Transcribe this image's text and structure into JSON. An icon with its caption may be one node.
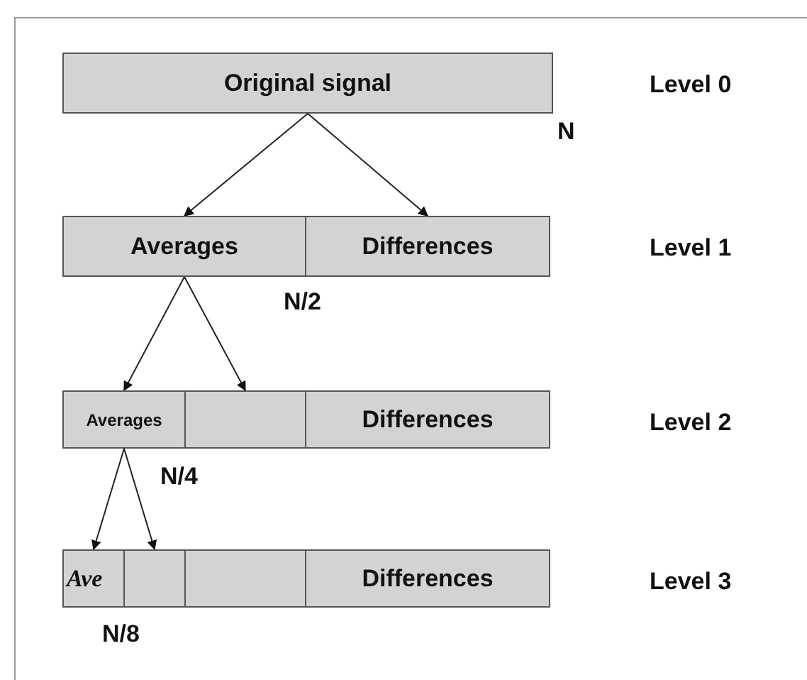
{
  "diagram": {
    "nodes": [
      {
        "text": [
          "Original signal"
        ]
      },
      {
        "text": [
          "Averages"
        ]
      },
      {
        "text": [
          "Differences"
        ]
      },
      {
        "text": [
          "Averages"
        ]
      },
      {
        "text": [],
        "shape": "box"
      },
      {
        "text": [
          "Differences"
        ]
      },
      {
        "text": [
          "Ave"
        ]
      },
      {
        "text": [],
        "shape": "box"
      },
      {
        "text": [],
        "shape": "box"
      },
      {
        "text": [
          "Differences"
        ]
      }
    ],
    "edges": [
      {
        "from": 0,
        "to": 1,
        "arrow": "to"
      },
      {
        "from": 0,
        "to": 2,
        "arrow": "to"
      },
      {
        "from": 1,
        "to": 3,
        "arrow": "to"
      },
      {
        "from": 1,
        "to": 4,
        "arrow": "to"
      },
      {
        "from": 3,
        "to": 6,
        "arrow": "to"
      },
      {
        "from": 3,
        "to": 7,
        "arrow": "to"
      }
    ],
    "labels": [
      "Level 0",
      "N",
      "Level 1",
      "N/2",
      "Level 2",
      "N/4",
      "Level 3",
      "N/8"
    ]
  }
}
